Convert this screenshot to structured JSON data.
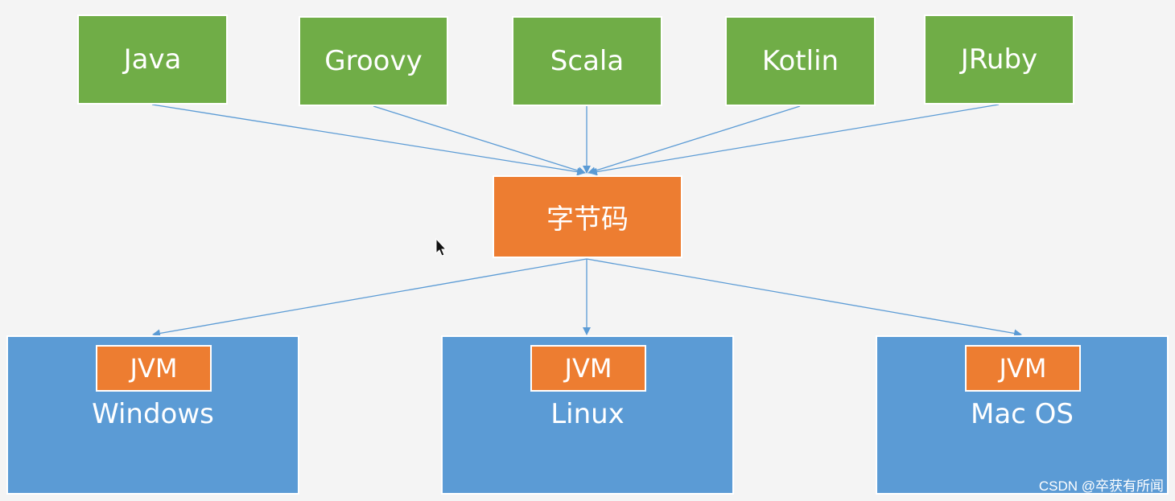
{
  "languages": {
    "java": "Java",
    "groovy": "Groovy",
    "scala": "Scala",
    "kotlin": "Kotlin",
    "jruby": "JRuby"
  },
  "bytecode": "字节码",
  "platforms": {
    "windows": {
      "jvm": "JVM",
      "name": "Windows"
    },
    "linux": {
      "jvm": "JVM",
      "name": "Linux"
    },
    "mac": {
      "jvm": "JVM",
      "name": "Mac OS"
    }
  },
  "watermark": "CSDN @卒获有所闻",
  "colors": {
    "language_box": "#70ad47",
    "bytecode_box": "#ed7d31",
    "jvm_box": "#ed7d31",
    "os_box": "#5b9bd5",
    "arrow": "#5b9bd5",
    "background": "#f4f4f4"
  }
}
